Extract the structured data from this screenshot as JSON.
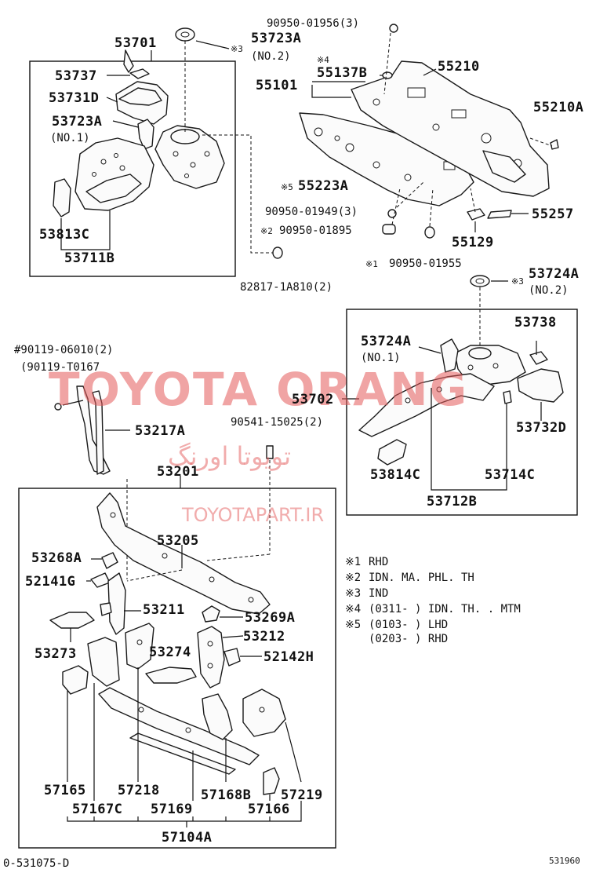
{
  "labels": {
    "l53701": "53701",
    "l53723A_top": "53723A",
    "l53723A_top_sub": "(NO.2)",
    "l53723A_top_mark": "※3",
    "l53737": "53737",
    "l53731D": "53731D",
    "l53723A_left": "53723A",
    "l53723A_left_sub": "(NO.1)",
    "l53813C": "53813C",
    "l53711B": "53711B",
    "l9095001956": "90950-01956(3)",
    "l9095001956_mark": "※4",
    "l55137B": "55137B",
    "l55210": "55210",
    "l55101": "55101",
    "l55210A": "55210A",
    "l55223A": "55223A",
    "l55223A_mark": "※5",
    "l9095001949": "90950-01949(3)",
    "l55257": "55257",
    "l9095001895": "90950-01895",
    "l9095001895_mark": "※2",
    "l55129": "55129",
    "l9095001955": "90950-01955",
    "l9095001955_mark": "※1",
    "l828171A810": "82817-1A810(2)",
    "l53724A_top": "53724A",
    "l53724A_top_sub": "(NO.2)",
    "l53724A_top_mark": "※3",
    "l53738": "53738",
    "l53724A_in": "53724A",
    "l53724A_in_sub": "(NO.1)",
    "l53702": "53702",
    "l53732D": "53732D",
    "l53814C": "53814C",
    "l53714C": "53714C",
    "l53712B": "53712B",
    "l9011906010": "#90119-06010(2)",
    "l90119T0167": "(90119-T0167",
    "l53217A": "53217A",
    "l9054115025": "90541-15025(2)",
    "l53201": "53201",
    "l53205": "53205",
    "l53268A": "53268A",
    "l52141G": "52141G",
    "l53211": "53211",
    "l53269A": "53269A",
    "l53212": "53212",
    "l53273": "53273",
    "l53274": "53274",
    "l52142H": "52142H",
    "l57165": "57165",
    "l57218": "57218",
    "l57168B": "57168B",
    "l57219": "57219",
    "l57167C": "57167C",
    "l57169": "57169",
    "l57166": "57166",
    "l57104A": "57104A"
  },
  "legend": {
    "n1_mark": "※1",
    "n1_text": "RHD",
    "n2_mark": "※2",
    "n2_text": "IDN. MA. PHL. TH",
    "n3_mark": "※3",
    "n3_text": "IND",
    "n4_mark": "※4",
    "n4_text": "(0311-       ) IDN. TH. . MTM",
    "n5_mark": "※5",
    "n5_text": "(0103-       ) LHD",
    "n5b_text": "(0203-       ) RHD"
  },
  "footer": {
    "left": "0-531075-D",
    "right": "531960"
  },
  "watermark": {
    "brand": "TOYOTA ORANG",
    "persian": "تویوتا اورنگ",
    "url": "TOYOTAPART.IR"
  }
}
